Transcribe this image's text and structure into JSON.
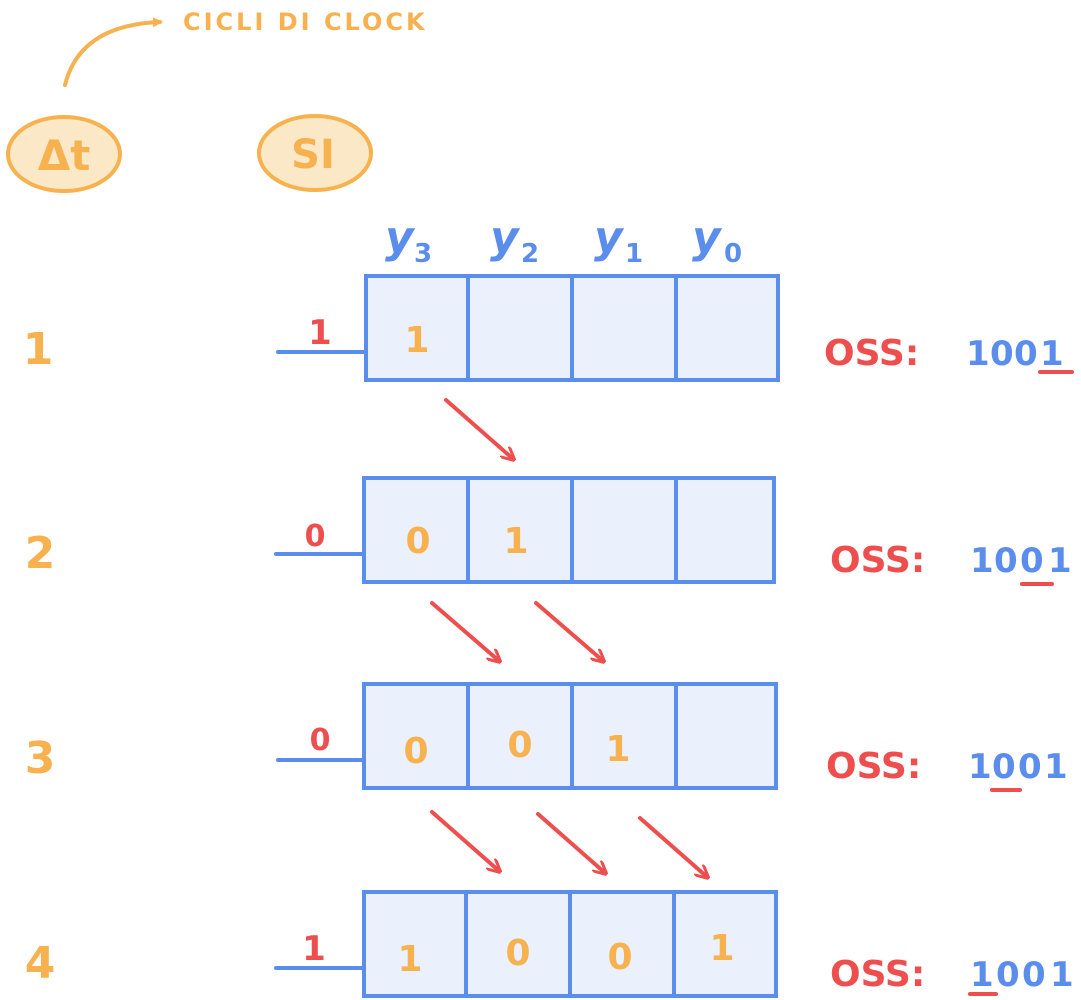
{
  "header": {
    "clock_label": "CICLI DI CLOCK",
    "delta_t": "Δt",
    "si": "SI"
  },
  "columns": [
    {
      "letter": "y",
      "sub": "3"
    },
    {
      "letter": "y",
      "sub": "2"
    },
    {
      "letter": "y",
      "sub": "1"
    },
    {
      "letter": "y",
      "sub": "0"
    }
  ],
  "rows": [
    {
      "step": "1",
      "input": "1",
      "cells": [
        "1",
        "",
        "",
        ""
      ],
      "obs_label": "OSS:",
      "obs_digits": [
        "1",
        "0",
        "0",
        "1"
      ],
      "obs_underline": 3
    },
    {
      "step": "2",
      "input": "0",
      "cells": [
        "0",
        "1",
        "",
        ""
      ],
      "obs_label": "OSS:",
      "obs_digits": [
        "1",
        "0",
        "0",
        "1"
      ],
      "obs_underline": 2
    },
    {
      "step": "3",
      "input": "0",
      "cells": [
        "0",
        "0",
        "1",
        ""
      ],
      "obs_label": "OSS:",
      "obs_digits": [
        "1",
        "0",
        "0",
        "1"
      ],
      "obs_underline": 1
    },
    {
      "step": "4",
      "input": "1",
      "cells": [
        "1",
        "0",
        "0",
        "1"
      ],
      "obs_label": "OSS:",
      "obs_digits": [
        "1",
        "0",
        "0",
        "1"
      ],
      "obs_underline": 0
    }
  ],
  "colors": {
    "orange": "#f7b14f",
    "red": "#ef4e4e",
    "blue": "#5b8ded",
    "cell_fill": "#eaf1fc"
  }
}
